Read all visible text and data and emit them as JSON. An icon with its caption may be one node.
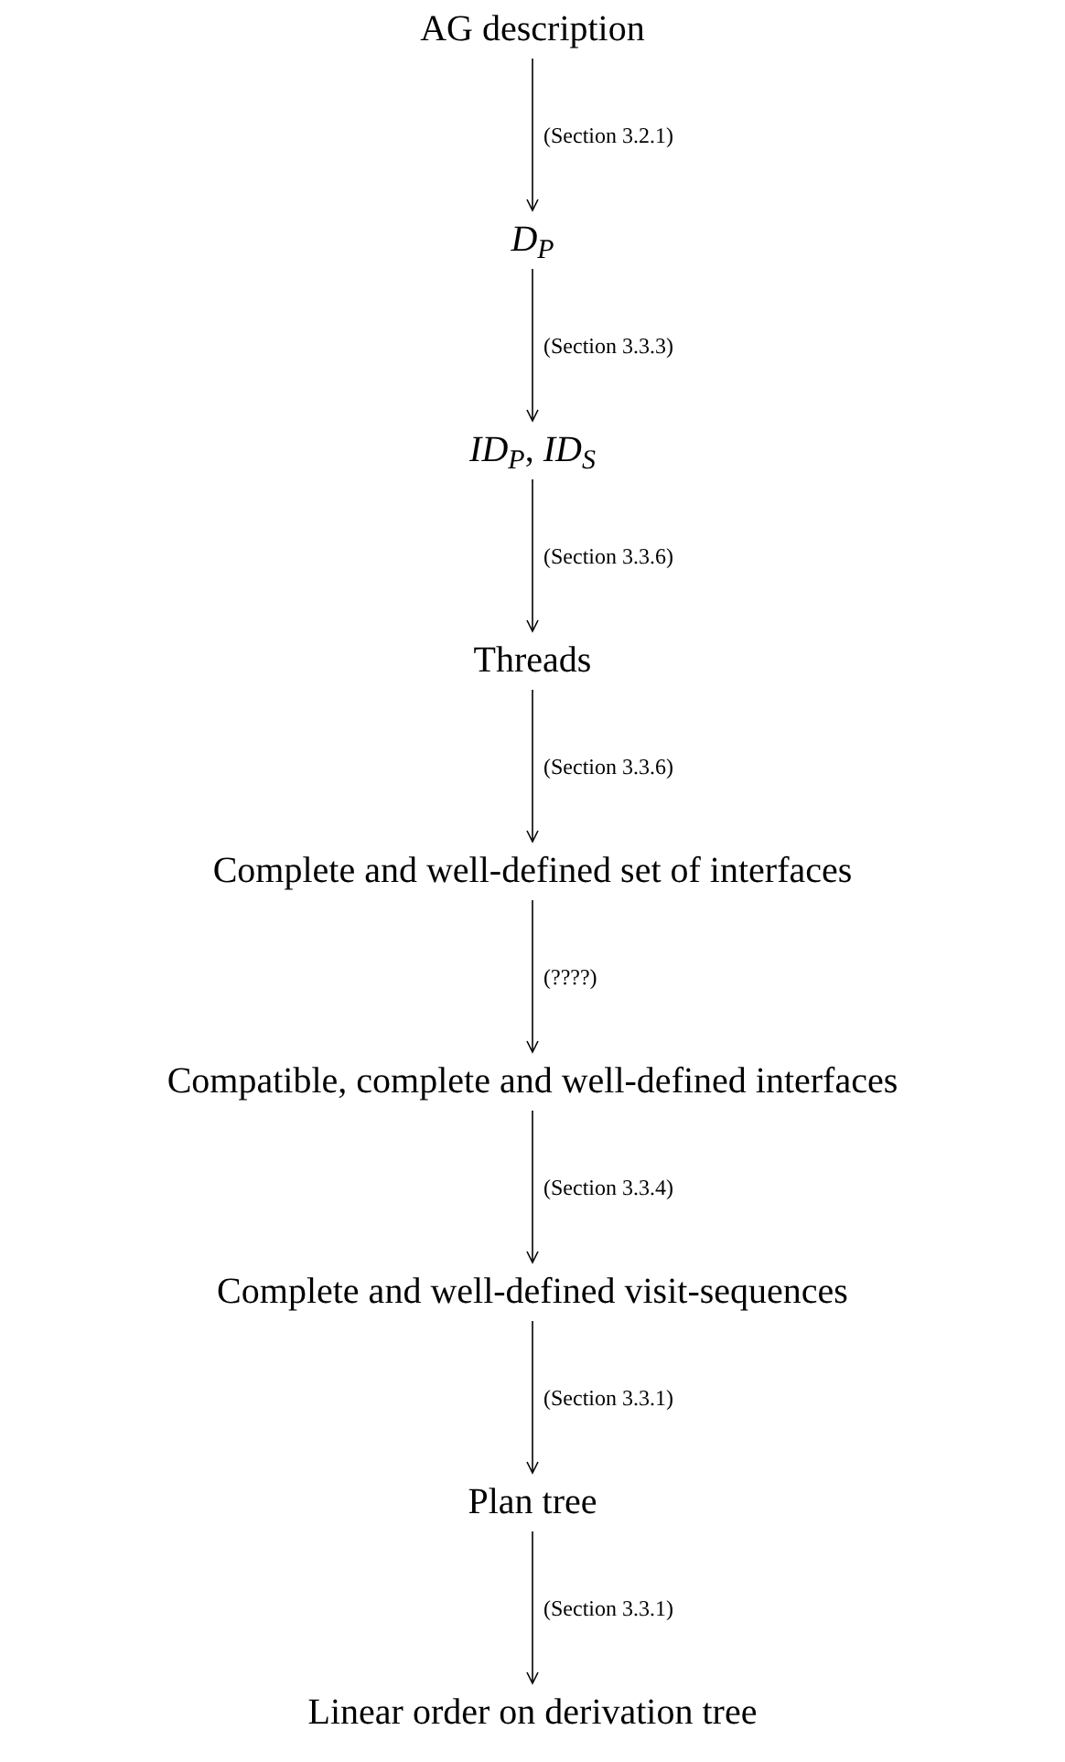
{
  "diagram": {
    "nodes": [
      {
        "text": [
          "AG description"
        ]
      },
      {
        "text": [
          "*D*$_{P}$"
        ]
      },
      {
        "text": [
          "*ID*$_{P}$, *ID*$_{S}$"
        ]
      },
      {
        "text": [
          "Threads"
        ]
      },
      {
        "text": [
          "Complete and well-defined set of interfaces"
        ]
      },
      {
        "text": [
          "Compatible, complete and well-defined interfaces"
        ]
      },
      {
        "text": [
          "Complete and well-defined visit-sequences"
        ]
      },
      {
        "text": [
          "Plan tree"
        ]
      },
      {
        "text": [
          "Linear order on derivation tree"
        ]
      }
    ],
    "edges": [
      {
        "from": 0,
        "to": 1,
        "arrow": "to",
        "label": "(Section 3.2.1)"
      },
      {
        "from": 1,
        "to": 2,
        "arrow": "to",
        "label": "(Section 3.3.3)"
      },
      {
        "from": 2,
        "to": 3,
        "arrow": "to",
        "label": "(Section 3.3.6)"
      },
      {
        "from": 3,
        "to": 4,
        "arrow": "to",
        "label": "(Section 3.3.6)"
      },
      {
        "from": 4,
        "to": 5,
        "arrow": "to",
        "label": "(????)"
      },
      {
        "from": 5,
        "to": 6,
        "arrow": "to",
        "label": "(Section 3.3.4)"
      },
      {
        "from": 6,
        "to": 7,
        "arrow": "to",
        "label": "(Section 3.3.1)"
      },
      {
        "from": 7,
        "to": 8,
        "arrow": "to",
        "label": "(Section 3.3.1)"
      }
    ]
  }
}
